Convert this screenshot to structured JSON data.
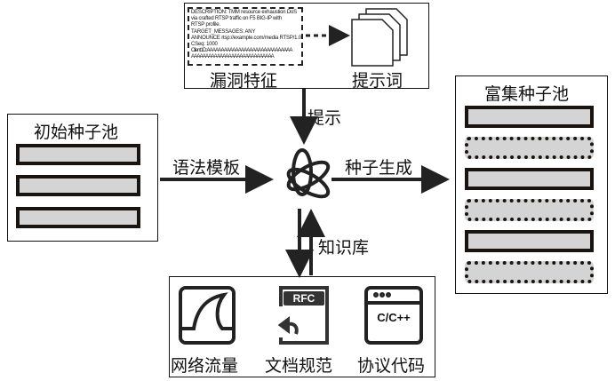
{
  "top": {
    "code_lines": [
      "DESCRIPTION: TMM resource exhaustion DoS",
      "via crafted RTSP traffic on F5 BIG-IP with",
      "RTSP profile.",
      "TARGET_MESSAGES: ANY",
      "ANNOUNCE rtsp://example.com/media RTSP/1.0",
      "CSeq: 1000",
      "Client1D:AAAAAAAAAAAAAAAAAAAAAAAAAAAAAA",
      "AAAAAAAAAAAAAAAAAAAAAAAAAAAAA"
    ],
    "vuln_label": "漏洞特征",
    "prompt_label": "提示词"
  },
  "arrows": {
    "prompt": "提示",
    "grammar": "语法模板",
    "generate": "种子生成",
    "knowledge": "知识库"
  },
  "left_pool": {
    "title": "初始种子池"
  },
  "right_pool": {
    "title": "富集种子池"
  },
  "sources": {
    "items": [
      {
        "label": "网络流量",
        "icon": "wireshark-fin-icon"
      },
      {
        "label": "文档规范",
        "icon": "rfc-document-icon",
        "badge": "RFC"
      },
      {
        "label": "协议代码",
        "icon": "code-window-icon",
        "badge": "C/C++"
      }
    ]
  }
}
